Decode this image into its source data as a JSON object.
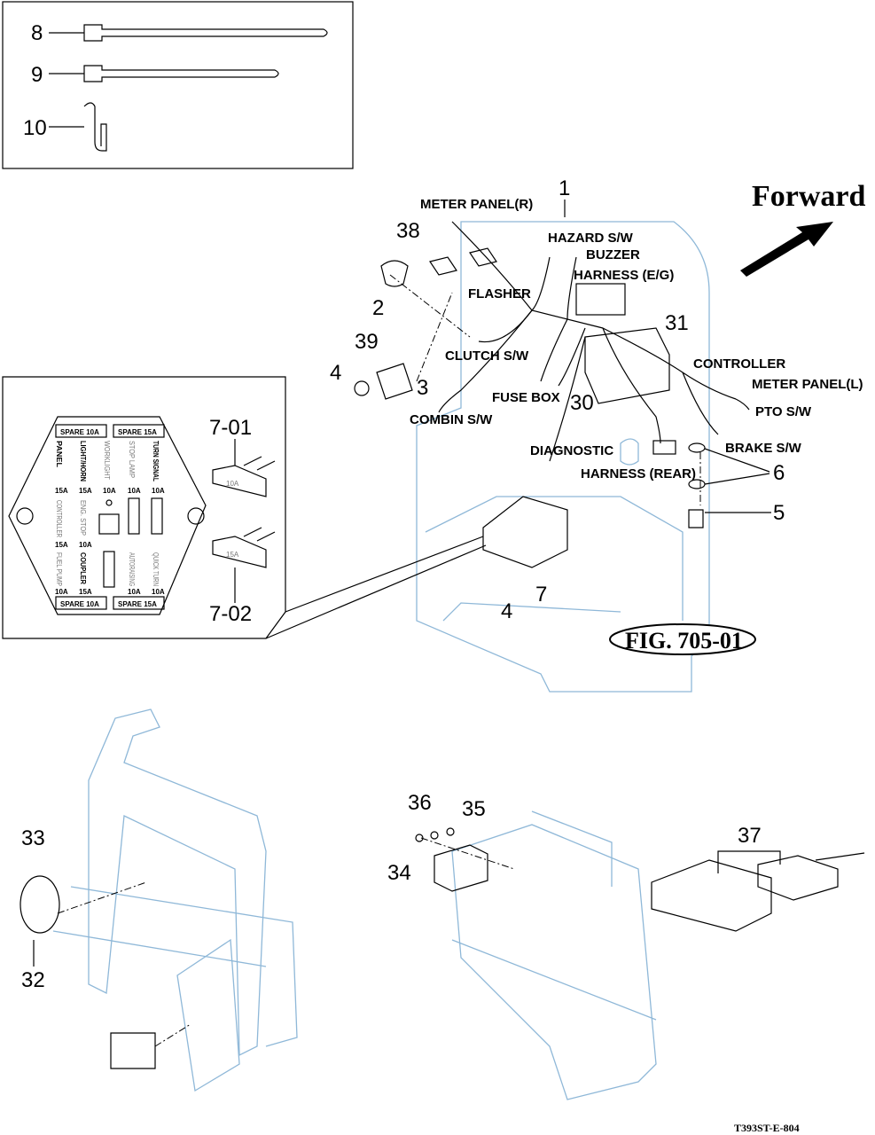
{
  "direction_label": "Forward",
  "figure_label": "FIG. 705-01",
  "drawing_code": "T393ST-E-804",
  "accessories_box": {
    "parts": [
      "8",
      "9",
      "10"
    ]
  },
  "part_numbers": {
    "p1": "1",
    "p2": "2",
    "p3": "3",
    "p4a": "4",
    "p4b": "4",
    "p5": "5",
    "p6": "6",
    "p7": "7",
    "p30": "30",
    "p31": "31",
    "p38": "38",
    "p39": "39",
    "p7_01": "7-01",
    "p7_02": "7-02",
    "p32": "32",
    "p33": "33",
    "p34": "34",
    "p35": "35",
    "p36": "36",
    "p37": "37"
  },
  "harness_labels": {
    "meter_panel_r": "METER PANEL(R)",
    "hazard_sw": "HAZARD S/W",
    "buzzer": "BUZZER",
    "harness_eg": "HARNESS (E/G)",
    "flasher": "FLASHER",
    "clutch_sw": "CLUTCH S/W",
    "controller": "CONTROLLER",
    "meter_panel_l": "METER PANEL(L)",
    "fuse_box": "FUSE BOX",
    "pto_sw": "PTO S/W",
    "combin_sw": "COMBIN S/W",
    "brake_sw": "BRAKE S/W",
    "diagnostic": "DIAGNOSTIC",
    "harness_rear": "HARNESS (REAR)"
  },
  "fuse_box": {
    "spare_top_left": "SPARE 10A",
    "spare_top_right": "SPARE 15A",
    "spare_bottom_left": "SPARE 10A",
    "spare_bottom_right": "SPARE 15A",
    "row1": [
      {
        "name": "PANEL",
        "rating": "15A"
      },
      {
        "name": "LIGHT/HORN",
        "rating": "15A"
      },
      {
        "name": "WORKLIGHT",
        "rating": "10A"
      },
      {
        "name": "STOP LAMP",
        "rating": "10A"
      },
      {
        "name": "TURN SIGNAL",
        "rating": "10A"
      }
    ],
    "row2": [
      {
        "name": "CONTROLLER",
        "rating": "15A"
      },
      {
        "name": "ENG. STOP",
        "rating": "10A"
      }
    ],
    "row3": [
      {
        "name": "FUEL PUMP",
        "rating": "10A"
      },
      {
        "name": "COUPLER",
        "rating": "15A"
      },
      {
        "name": "AUTORAISING",
        "rating": "10A"
      },
      {
        "name": "QUICK TURN",
        "rating": "10A"
      }
    ],
    "fuse_10a_label": "10A",
    "fuse_15a_label": "15A"
  }
}
